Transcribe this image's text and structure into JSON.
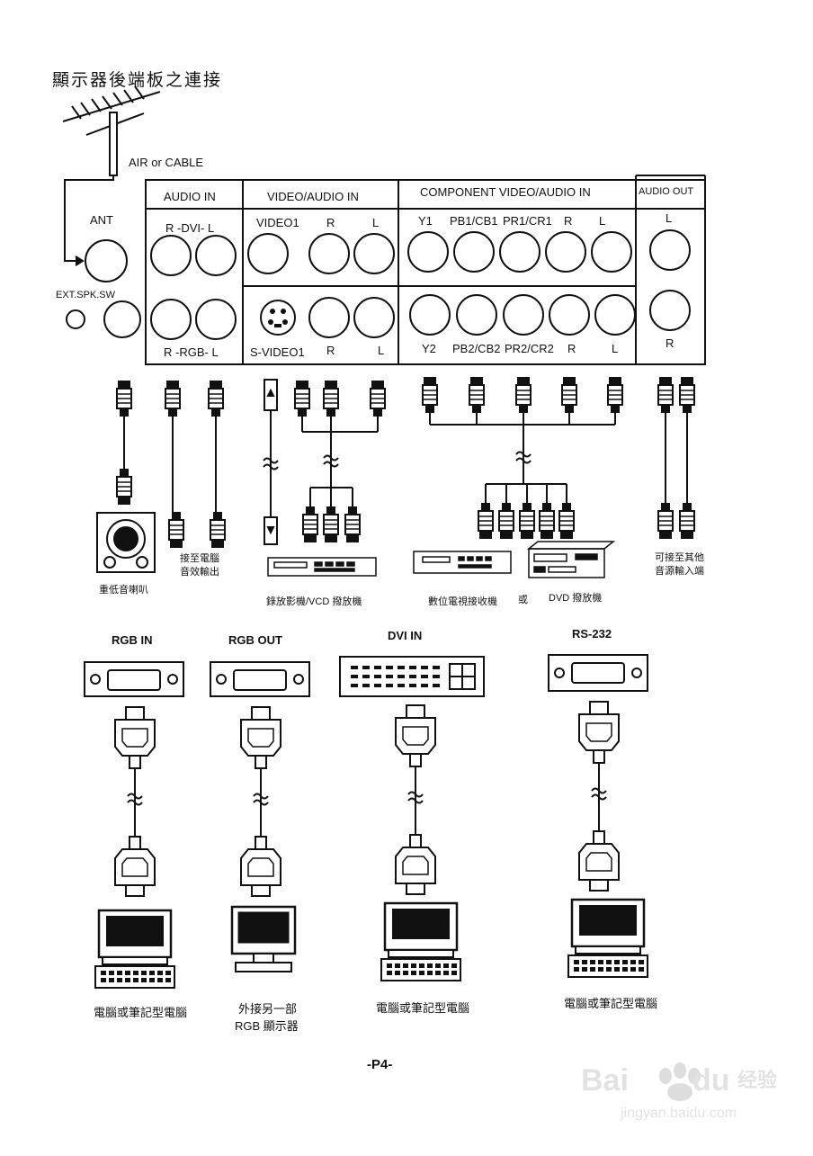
{
  "page": {
    "title": "顯示器後端板之連接",
    "page_number": "-P4-",
    "watermark_logo": "Baidu 经验",
    "watermark_url": "jingyan.baidu.com"
  },
  "panel": {
    "antenna_label": "AIR or CABLE",
    "ant_label": "ANT",
    "ext_spk_label": "EXT.SPK.SW",
    "sections": {
      "audio_in": "AUDIO IN",
      "video_audio_in": "VIDEO/AUDIO IN",
      "component": "COMPONENT VIDEO/AUDIO IN",
      "audio_out": "AUDIO OUT"
    },
    "row1": {
      "dvi_audio": "R -DVI- L",
      "video1": "VIDEO1",
      "r": "R",
      "l": "L",
      "y1": "Y1",
      "pb1": "PB1/CB1",
      "pr1": "PR1/CR1",
      "comp_r": "R",
      "comp_l": "L",
      "out_l": "L"
    },
    "row2": {
      "rgb_audio": "R -RGB- L",
      "svideo1": "S-VIDEO1",
      "r": "R",
      "l": "L",
      "y2": "Y2",
      "pb2": "PB2/CB2",
      "pr2": "PR2/CR2",
      "comp_r": "R",
      "comp_l": "L",
      "out_r": "R"
    }
  },
  "devices": {
    "subwoofer": "重低音喇叭",
    "pc_audio_out_line1": "接至電腦",
    "pc_audio_out_line2": "音效輸出",
    "vcr": "錄放影機/VCD 撥放機",
    "tuner": "數位電視接收機",
    "or": "或",
    "dvd": "DVD  撥放機",
    "audio_input_line1": "可接至其他",
    "audio_input_line2": "音源輸入端"
  },
  "ports": {
    "rgb_in": "RGB IN",
    "rgb_out": "RGB OUT",
    "dvi_in": "DVI IN",
    "rs232": "RS-232"
  },
  "computers": {
    "pc1": "電腦或筆記型電腦",
    "monitor_line1": "外接另一部",
    "monitor_line2": "RGB 顯示器",
    "pc2": "電腦或筆記型電腦",
    "pc3": "電腦或筆記型電腦"
  }
}
